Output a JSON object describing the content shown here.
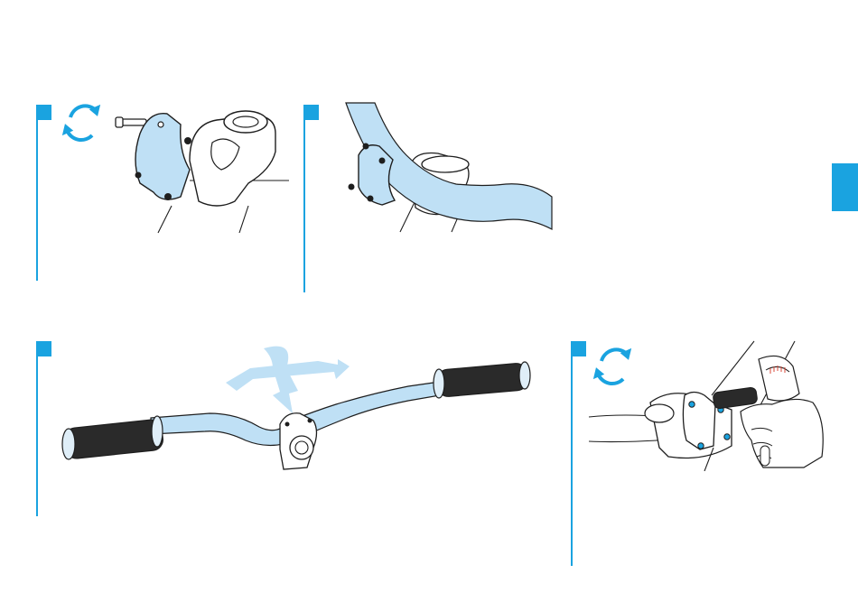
{
  "colors": {
    "accent": "#1aa3e0",
    "part_fill": "#bfe0f5",
    "line": "#1e1e1e",
    "grip": "#2a2a2a"
  },
  "side_tab": {
    "color": "#1aa3e0"
  },
  "steps": [
    {
      "id": "step-1",
      "icon": "rotate-arrows-icon",
      "illustration": "stem-faceplate-removal"
    },
    {
      "id": "step-2",
      "icon": "",
      "illustration": "handlebar-placement"
    },
    {
      "id": "step-3",
      "icon": "move-arrows-icon",
      "illustration": "handlebar-alignment"
    },
    {
      "id": "step-4",
      "icon": "rotate-arrows-icon",
      "illustration": "torque-wrench-tightening"
    }
  ]
}
